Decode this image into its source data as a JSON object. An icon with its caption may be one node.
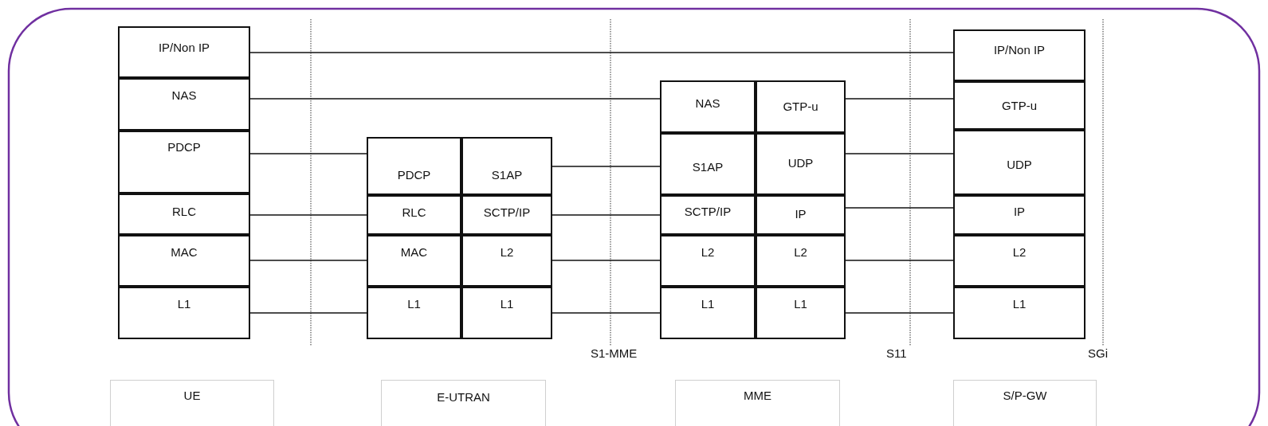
{
  "diagram": {
    "nodes": [
      {
        "text": [
          "IP/Non IP"
        ]
      },
      {
        "text": [
          "NAS"
        ]
      },
      {
        "text": [
          "PDCP"
        ]
      },
      {
        "text": [
          "RLC"
        ]
      },
      {
        "text": [
          "MAC"
        ]
      },
      {
        "text": [
          "L1"
        ]
      },
      {
        "text": [
          "PDCP"
        ]
      },
      {
        "text": [
          "S1AP"
        ]
      },
      {
        "text": [
          "RLC"
        ]
      },
      {
        "text": [
          "SCTP/IP"
        ]
      },
      {
        "text": [
          "MAC"
        ]
      },
      {
        "text": [
          "L2"
        ]
      },
      {
        "text": [
          "L1"
        ]
      },
      {
        "text": [
          "L1"
        ]
      },
      {
        "text": [
          "NAS"
        ]
      },
      {
        "text": [
          "GTP-u"
        ]
      },
      {
        "text": [
          "S1AP"
        ]
      },
      {
        "text": [
          "UDP"
        ]
      },
      {
        "text": [
          "SCTP/IP"
        ]
      },
      {
        "text": [
          "IP"
        ]
      },
      {
        "text": [
          "L2"
        ]
      },
      {
        "text": [
          "L2"
        ]
      },
      {
        "text": [
          "L1"
        ]
      },
      {
        "text": [
          "L1"
        ]
      },
      {
        "text": [
          "IP/Non IP"
        ]
      },
      {
        "text": [
          "GTP-u"
        ]
      },
      {
        "text": [
          "UDP"
        ]
      },
      {
        "text": [
          "IP"
        ]
      },
      {
        "text": [
          "L2"
        ]
      },
      {
        "text": [
          "L1"
        ]
      },
      {
        "text": [
          "UE"
        ]
      },
      {
        "text": [
          "E-UTRAN"
        ]
      },
      {
        "text": [
          "MME"
        ]
      },
      {
        "text": [
          "S/P-GW"
        ]
      }
    ],
    "edges": [
      {
        "from": 0,
        "to": 24,
        "arrow": "none"
      },
      {
        "from": 1,
        "to": 14,
        "arrow": "none"
      },
      {
        "from": 2,
        "to": 6,
        "arrow": "none"
      },
      {
        "from": 3,
        "to": 8,
        "arrow": "none"
      },
      {
        "from": 4,
        "to": 10,
        "arrow": "none"
      },
      {
        "from": 5,
        "to": 12,
        "arrow": "none"
      },
      {
        "from": 7,
        "to": 16,
        "arrow": "none"
      },
      {
        "from": 9,
        "to": 18,
        "arrow": "none"
      },
      {
        "from": 11,
        "to": 20,
        "arrow": "none"
      },
      {
        "from": 13,
        "to": 22,
        "arrow": "none"
      },
      {
        "from": 15,
        "to": 25,
        "arrow": "none"
      },
      {
        "from": 17,
        "to": 26,
        "arrow": "none"
      },
      {
        "from": 19,
        "to": 27,
        "arrow": "none"
      },
      {
        "from": 21,
        "to": 28,
        "arrow": "none"
      },
      {
        "from": 23,
        "to": 29,
        "arrow": "none"
      }
    ],
    "labels": [
      "S1-MME",
      "S11",
      "SGi"
    ]
  }
}
